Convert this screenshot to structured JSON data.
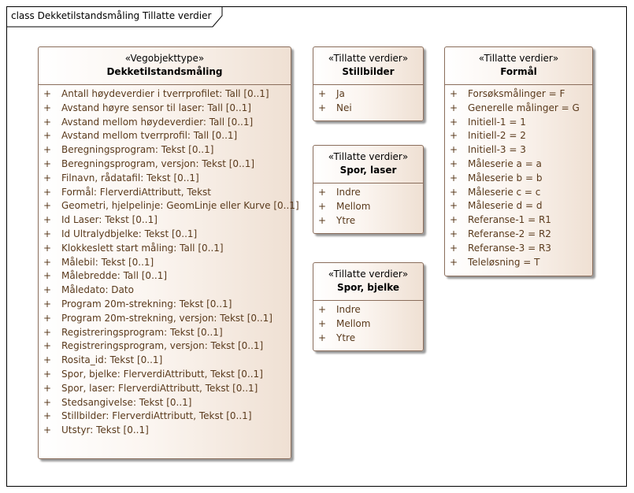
{
  "diagram": {
    "title": "class Dekketilstandsmåling Tillatte verdier"
  },
  "classes": {
    "main": {
      "stereotype": "«Vegobjekttype»",
      "name": "Dekketilstandsmåling",
      "attributes": [
        "Antall høydeverdier i tverrprofilet: Tall [0..1]",
        "Avstand høyre sensor til laser: Tall [0..1]",
        "Avstand mellom høydeverdier: Tall [0..1]",
        "Avstand mellom tverrprofil: Tall [0..1]",
        "Beregningsprogram: Tekst [0..1]",
        "Beregningsprogram, versjon: Tekst [0..1]",
        "Filnavn, rådatafil: Tekst [0..1]",
        "Formål: FlerverdiAttributt, Tekst",
        "Geometri, hjelpelinje: GeomLinje eller Kurve [0..1]",
        "Id Laser: Tekst [0..1]",
        "Id Ultralydbjelke: Tekst [0..1]",
        "Klokkeslett start måling: Tall [0..1]",
        "Målebil: Tekst [0..1]",
        "Målebredde: Tall [0..1]",
        "Måledato: Dato",
        "Program 20m-strekning: Tekst [0..1]",
        "Program 20m-strekning, versjon: Tekst [0..1]",
        "Registreringsprogram: Tekst [0..1]",
        "Registreringsprogram, versjon: Tekst [0..1]",
        "Rosita_id: Tekst [0..1]",
        "Spor, bjelke: FlerverdiAttributt, Tekst [0..1]",
        "Spor, laser: FlerverdiAttributt, Tekst [0..1]",
        "Stedsangivelse: Tekst [0..1]",
        "Stillbilder: FlerverdiAttributt, Tekst [0..1]",
        "Utstyr: Tekst [0..1]"
      ]
    },
    "stillbilder": {
      "stereotype": "«Tillatte verdier»",
      "name": "Stillbilder",
      "attributes": [
        "Ja",
        "Nei"
      ]
    },
    "spor_laser": {
      "stereotype": "«Tillatte verdier»",
      "name": "Spor, laser",
      "attributes": [
        "Indre",
        "Mellom",
        "Ytre"
      ]
    },
    "spor_bjelke": {
      "stereotype": "«Tillatte verdier»",
      "name": "Spor, bjelke",
      "attributes": [
        "Indre",
        "Mellom",
        "Ytre"
      ]
    },
    "formal": {
      "stereotype": "«Tillatte verdier»",
      "name": "Formål",
      "attributes": [
        "Forsøksmålinger = F",
        "Generelle målinger = G",
        "Initiell-1 = 1",
        "Initiell-2 = 2",
        "Initiell-3 = 3",
        "Måleserie a = a",
        "Måleserie b = b",
        "Måleserie c = c",
        "Måleserie d = d",
        "Referanse-1 = R1",
        "Referanse-2 = R2",
        "Referanse-3 = R3",
        "Teleløsning = T"
      ]
    }
  },
  "visibility_symbol": "+",
  "colors": {
    "border": "#8a6d5b",
    "attribute_text": "#5a3a1c",
    "fill_dark": "#efe0d3"
  }
}
